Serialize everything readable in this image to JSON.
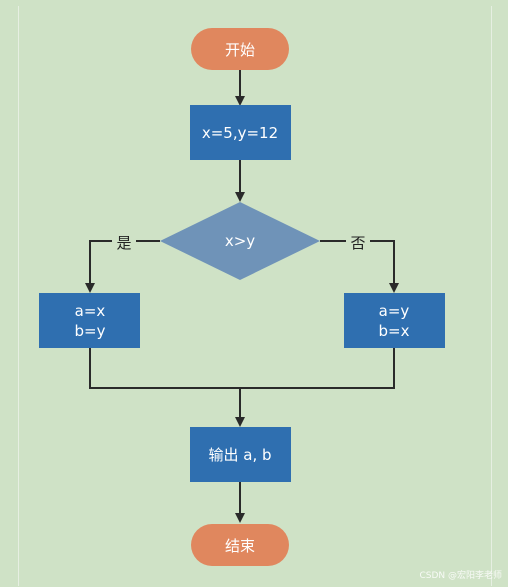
{
  "nodes": {
    "start": {
      "label": "开始"
    },
    "init": {
      "label": "x=5,y=12"
    },
    "decision": {
      "label": "x>y"
    },
    "yes_branch": {
      "line1": "a=x",
      "line2": "b=y"
    },
    "no_branch": {
      "line1": "a=y",
      "line2": "b=x"
    },
    "output": {
      "label": "输出 a, b"
    },
    "end": {
      "label": "结束"
    }
  },
  "labels": {
    "yes": "是",
    "no": "否"
  },
  "watermark": "CSDN @宏阳李老师",
  "colors": {
    "background": "#cfe2c6",
    "terminal": "#e0875e",
    "process": "#2f6fb0",
    "decision": "#6f93b8",
    "line": "#2a2a2a"
  }
}
